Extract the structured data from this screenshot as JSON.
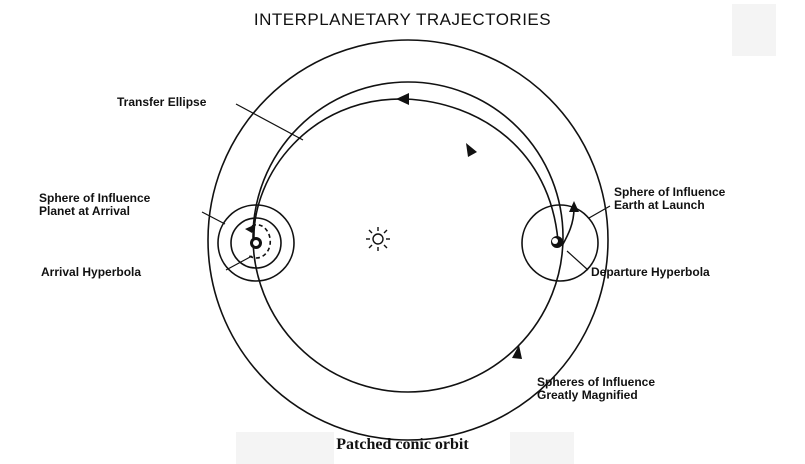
{
  "title": "INTERPLANETARY TRAJECTORIES",
  "caption": "Patched conic orbit",
  "labels": {
    "transfer_ellipse": "Transfer Ellipse",
    "soi_planet_line1": "Sphere of Influence",
    "soi_planet_line2": "Planet at Arrival",
    "arrival_hyperbola": "Arrival Hyperbola",
    "soi_earth_line1": "Sphere of Influence",
    "soi_earth_line2": "Earth at Launch",
    "departure_hyperbola": "Departure Hyperbola",
    "soi_magnified_line1": "Spheres of Influence",
    "soi_magnified_line2": "Greatly Magnified"
  },
  "icons": {
    "sun": "sun-icon"
  }
}
